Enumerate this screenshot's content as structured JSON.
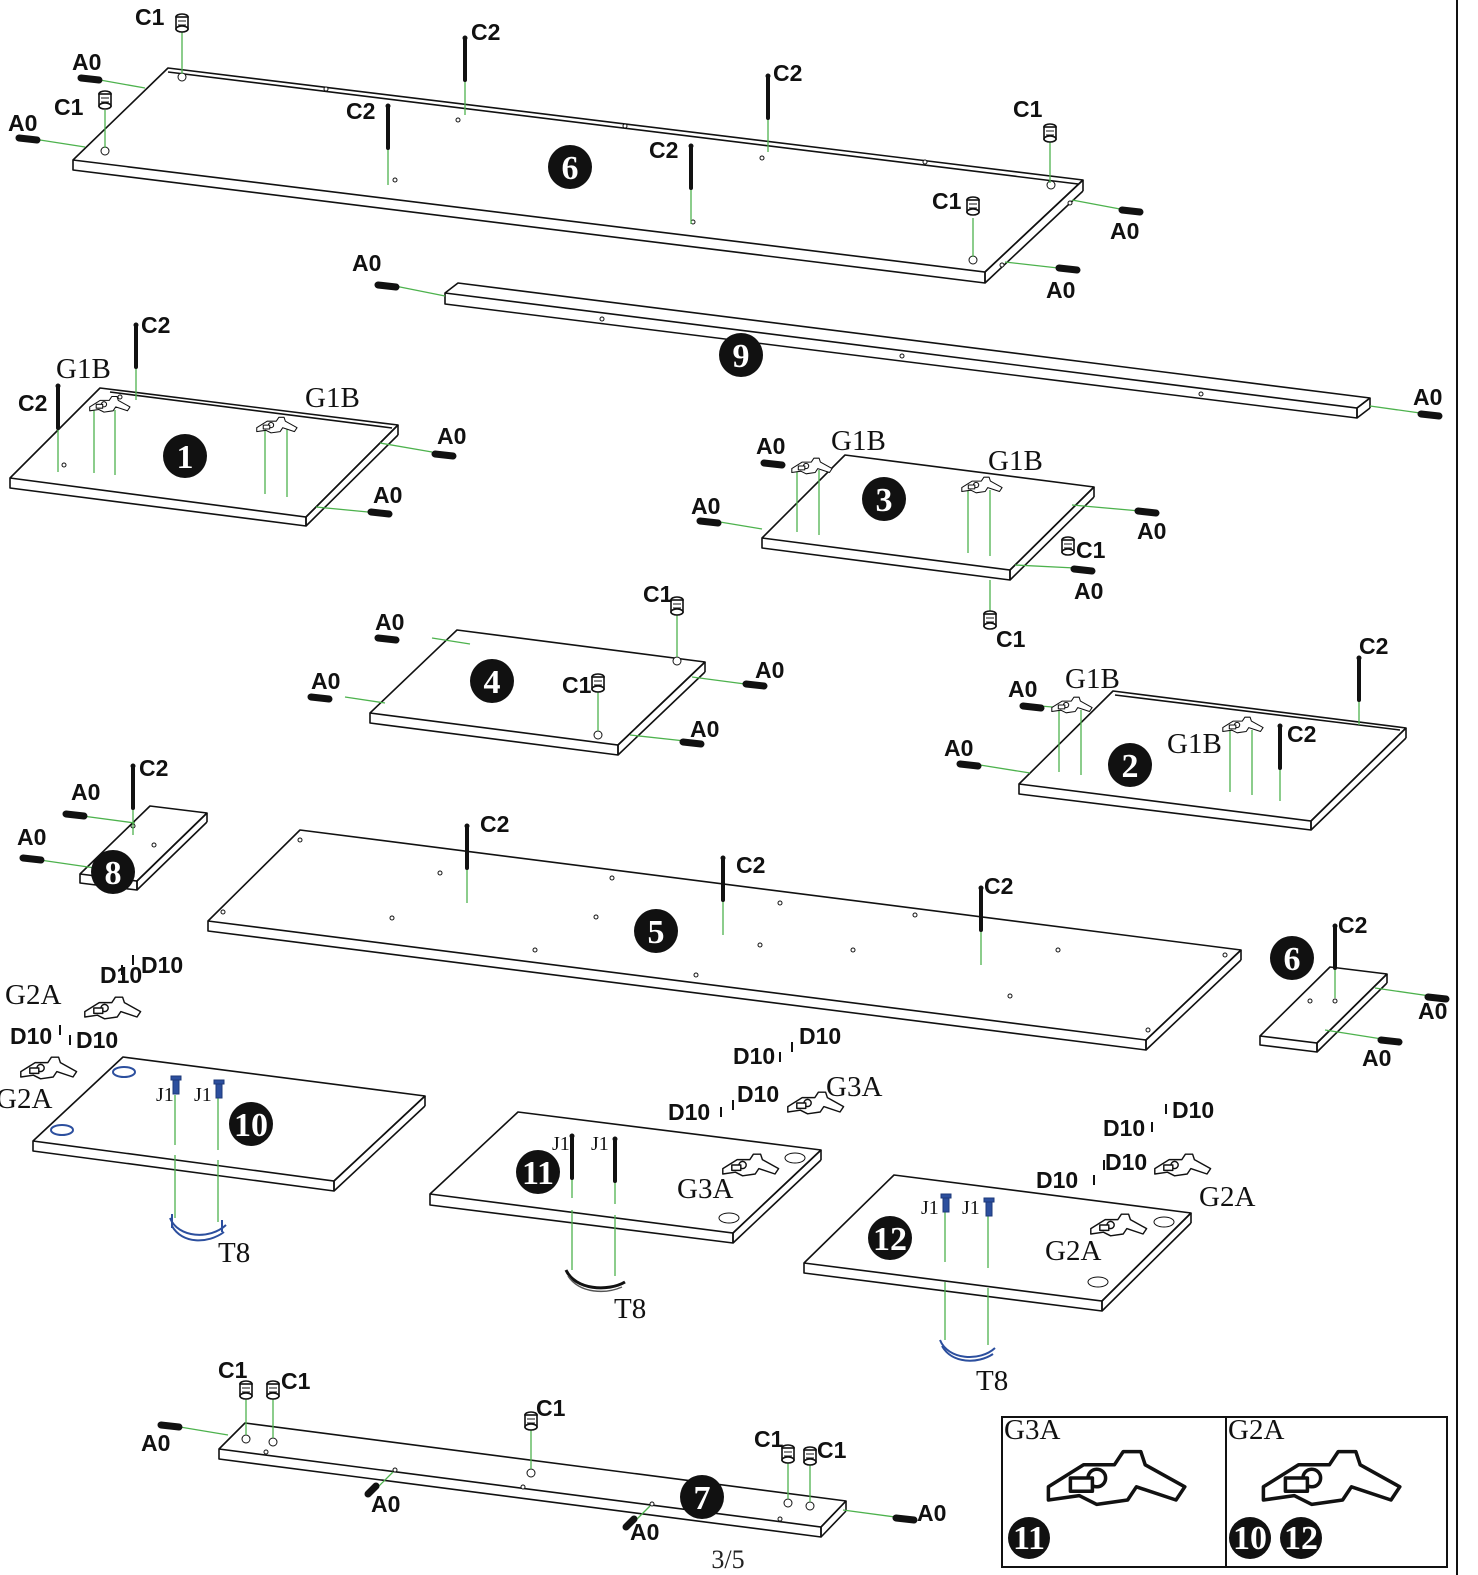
{
  "page": {
    "number": "3/5"
  },
  "parts": [
    {
      "id": "6-top",
      "badge": "6"
    },
    {
      "id": "9",
      "badge": "9"
    },
    {
      "id": "1",
      "badge": "1"
    },
    {
      "id": "3",
      "badge": "3"
    },
    {
      "id": "4",
      "badge": "4"
    },
    {
      "id": "2",
      "badge": "2"
    },
    {
      "id": "8",
      "badge": "8"
    },
    {
      "id": "5",
      "badge": "5"
    },
    {
      "id": "6-small",
      "badge": "6"
    },
    {
      "id": "10",
      "badge": "10"
    },
    {
      "id": "11",
      "badge": "11"
    },
    {
      "id": "12",
      "badge": "12"
    },
    {
      "id": "7",
      "badge": "7"
    }
  ],
  "hardware_labels": {
    "A0": "A0",
    "C1": "C1",
    "C2": "C2",
    "G1B": "G1B",
    "G2A": "G2A",
    "G3A": "G3A",
    "D10": "D10",
    "J1": "J1",
    "T8": "T8"
  },
  "inset": {
    "left": {
      "title": "G3A",
      "badges": [
        "11"
      ]
    },
    "right": {
      "title": "G2A",
      "badges": [
        "10",
        "12"
      ]
    }
  }
}
